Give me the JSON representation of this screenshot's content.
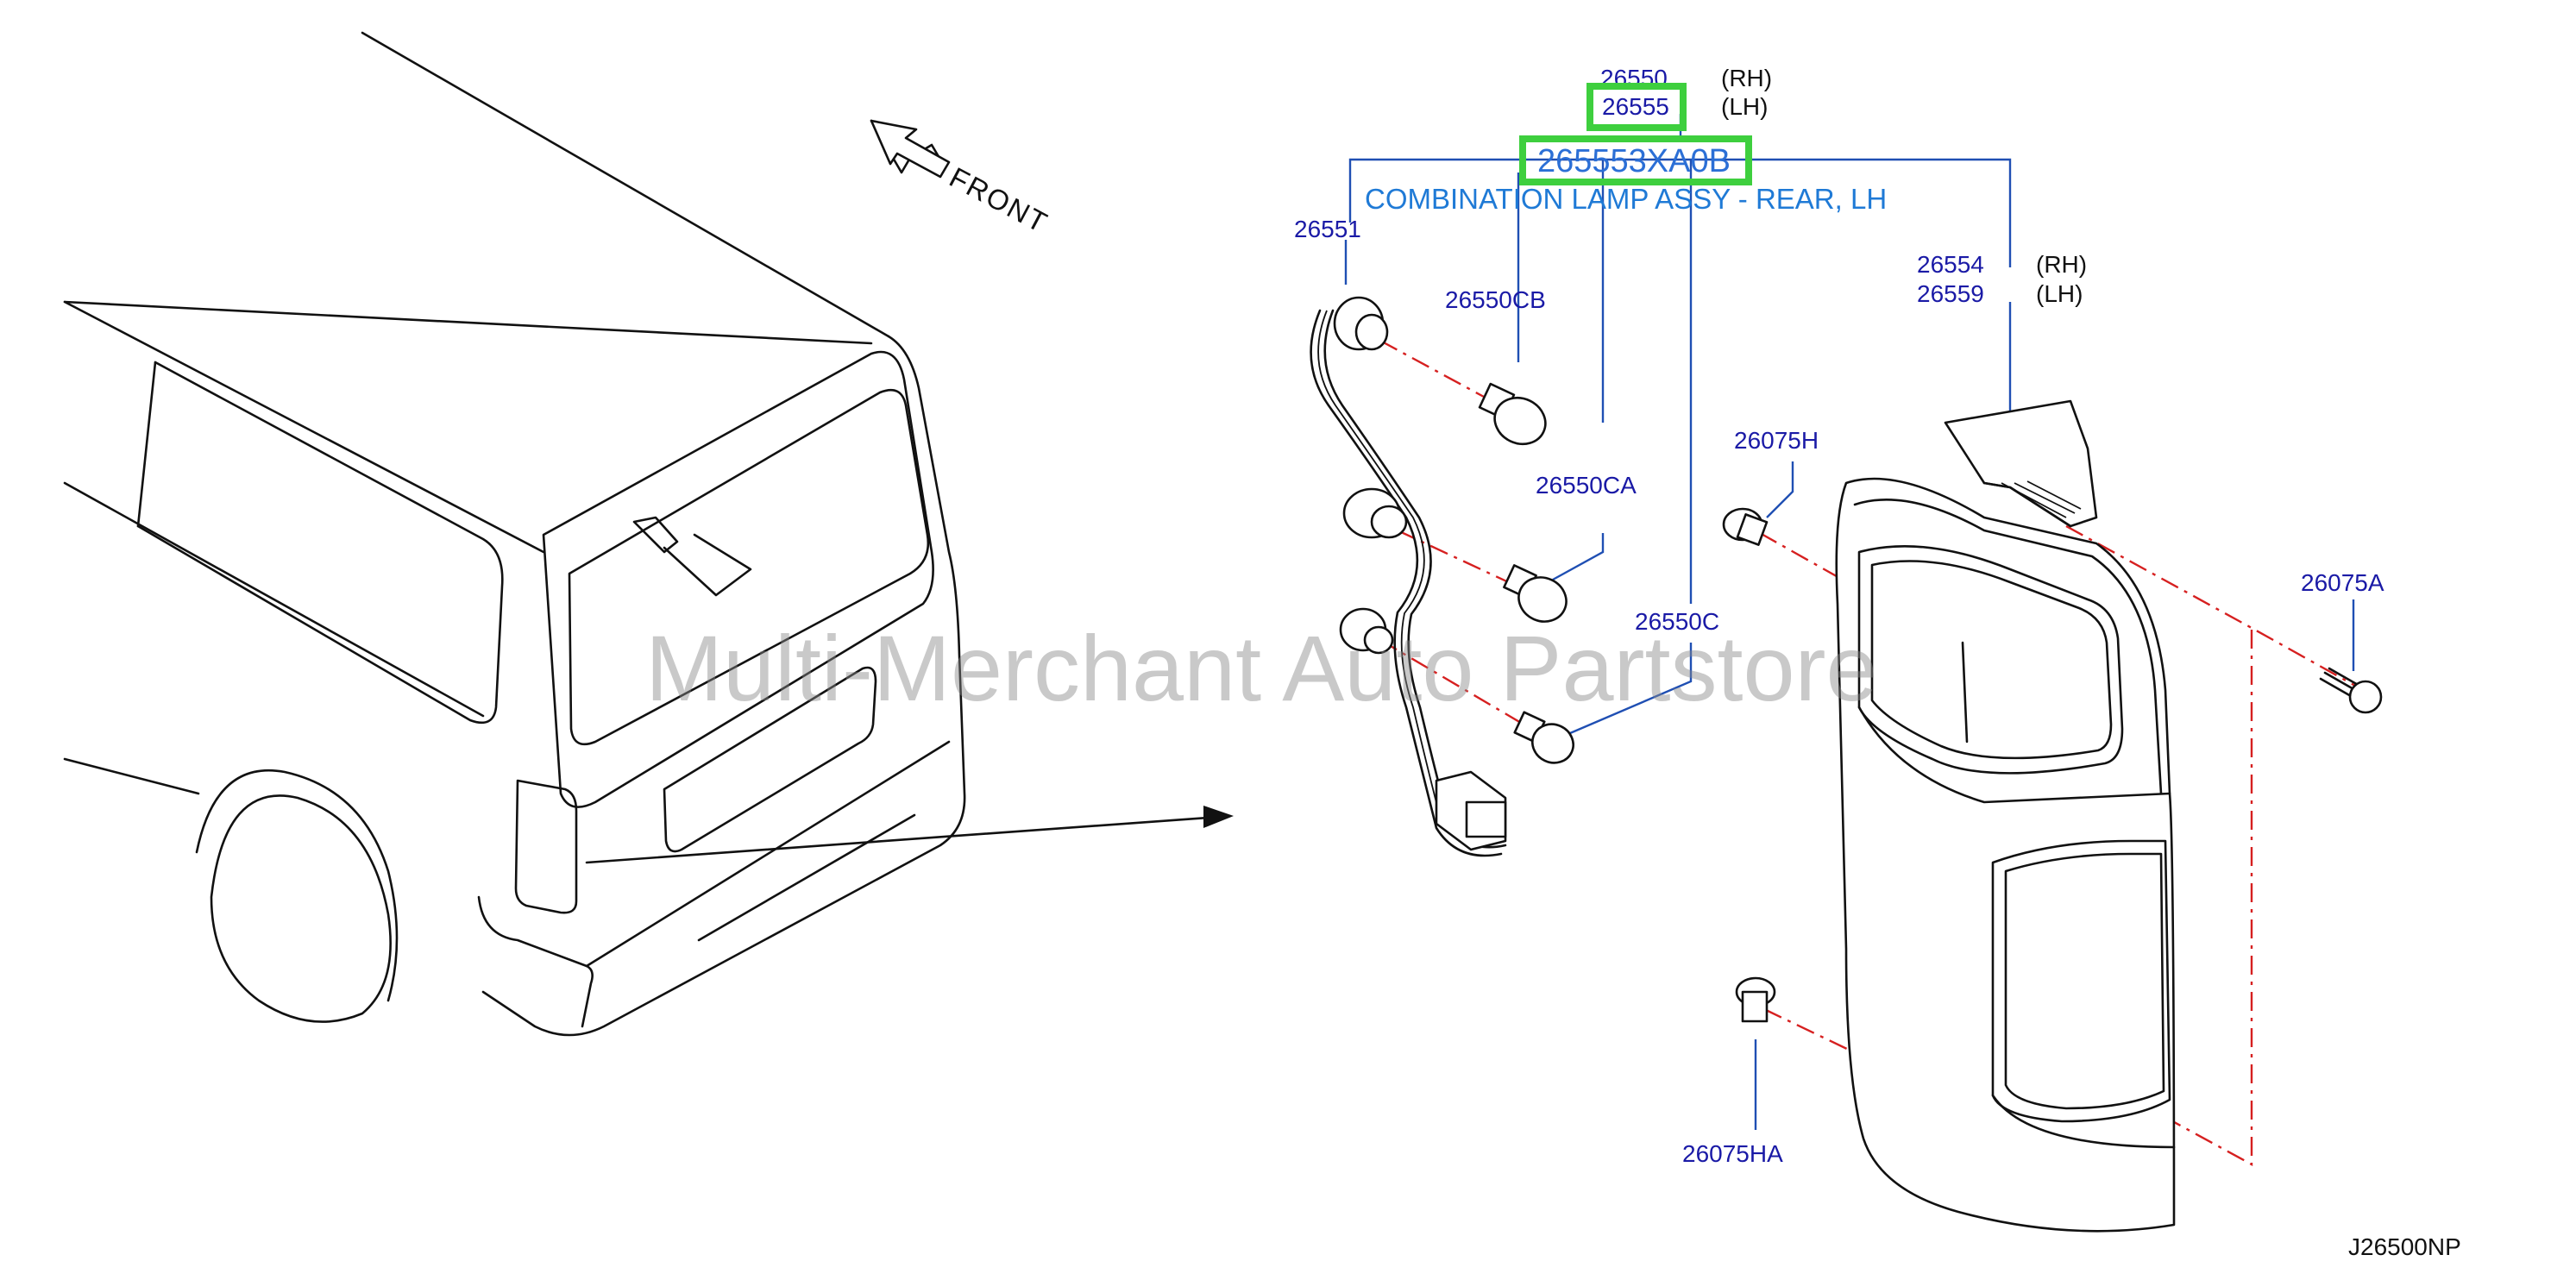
{
  "labels": {
    "front": "FRONT",
    "p26550": "26550",
    "p26555": "26555",
    "rh_top": "(RH)",
    "lh_top": "(LH)",
    "part_number": "265553XA0B",
    "description": "COMBINATION LAMP ASSY - REAR, LH",
    "p26551": "26551",
    "p26550CB": "26550CB",
    "p26550CA": "26550CA",
    "p26550C": "26550C",
    "p26554": "26554",
    "p26559": "26559",
    "rh_right": "(RH)",
    "lh_right": "(LH)",
    "p26075H": "26075H",
    "p26075A": "26075A",
    "p26075HA": "26075HA",
    "diagram_code": "J26500NP"
  },
  "watermark": "Multi-Merchant Auto Partstore",
  "colors": {
    "label_blue": "#1a1aa6",
    "link_blue": "#2b6fd6",
    "highlight_green": "#3ecf3e",
    "leader_blue": "#1f4fb3",
    "dash_red": "#d62020"
  }
}
